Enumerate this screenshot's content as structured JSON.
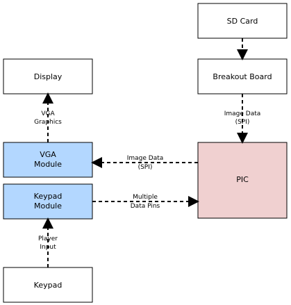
{
  "colors": {
    "box_white": "#ffffff",
    "box_blue": "#b3d7ff",
    "box_pink": "#f0d0d0",
    "stroke": "#000000",
    "arrow": "#000000"
  },
  "nodes": {
    "sd_card": "SD Card",
    "display": "Display",
    "breakout_board": "Breakout Board",
    "vga_module_line1": "VGA",
    "vga_module_line2": "Module",
    "pic": "PIC",
    "keypad_module_line1": "Keypad",
    "keypad_module_line2": "Module",
    "keypad": "Keypad"
  },
  "edges": {
    "vga_graphics_line1": "VGA",
    "vga_graphics_line2": "Graphics",
    "player_input_line1": "Player",
    "player_input_line2": "Input",
    "image_data_top_line1": "Image Data",
    "image_data_top_line2": "(SPI)",
    "image_data_mid_line1": "Image Data",
    "image_data_mid_line2": "(SPI)",
    "multiple_pins_line1": "Multiple",
    "multiple_pins_line2": "Data Pins"
  }
}
